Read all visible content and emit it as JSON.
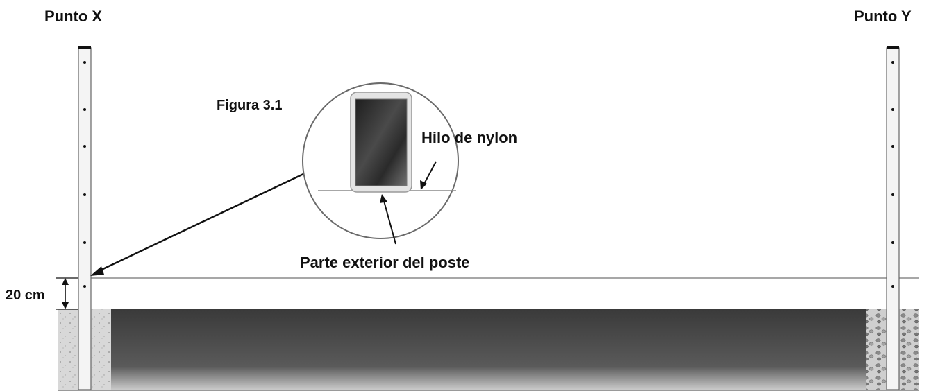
{
  "labels": {
    "point_x": "Punto X",
    "point_y": "Punto Y",
    "figure": "Figura 3.1",
    "nylon_thread": "Hilo de nylon",
    "post_exterior": "Parte exterior del poste",
    "height": "20 cm"
  },
  "colors": {
    "ink": "#111111",
    "post_fill": "#f4f4f4",
    "post_stroke": "#666666",
    "line": "#8a8a8a",
    "concrete": "#d9d9d9",
    "gravel": "#bdbdbd",
    "soil_dark": "#3c3c3c",
    "soil_light": "#c8c8c8"
  }
}
